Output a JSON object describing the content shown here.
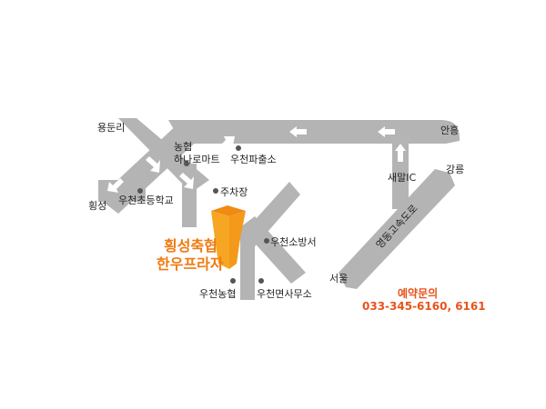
{
  "colors": {
    "road": "#b4b4b4",
    "arrow": "#ffffff",
    "building": "#f6a623",
    "building_top": "#f08a12",
    "marker": "#555555",
    "title_text": "#f07a10",
    "contact_text": "#e8531c"
  },
  "places": {
    "yongduri": "용둔리",
    "anheung": "안흥",
    "hoengseong": "횡성",
    "gangneung": "강릉",
    "nonghyup_mart_line1": "농협",
    "nonghyup_mart_line2": "하나로마트",
    "police_box": "우천파출소",
    "saemal_ic": "새말IC",
    "elementary_school": "우천초등학교",
    "parking": "주차장",
    "fire_station": "우천소방서",
    "seoul": "서울",
    "woocheon_nonghyup": "우천농협",
    "township_office": "우천면사무소"
  },
  "expressway_label": "영동고속도로",
  "destination": {
    "line1": "횡성축협",
    "line2": "한우프라자"
  },
  "contact": {
    "title": "예약문의",
    "phone": "033-345-6160, 6161"
  },
  "icons": [
    "arrow-left-icon",
    "arrow-up-icon",
    "arrow-diagonal-icon",
    "location-dot-icon",
    "building-icon"
  ]
}
